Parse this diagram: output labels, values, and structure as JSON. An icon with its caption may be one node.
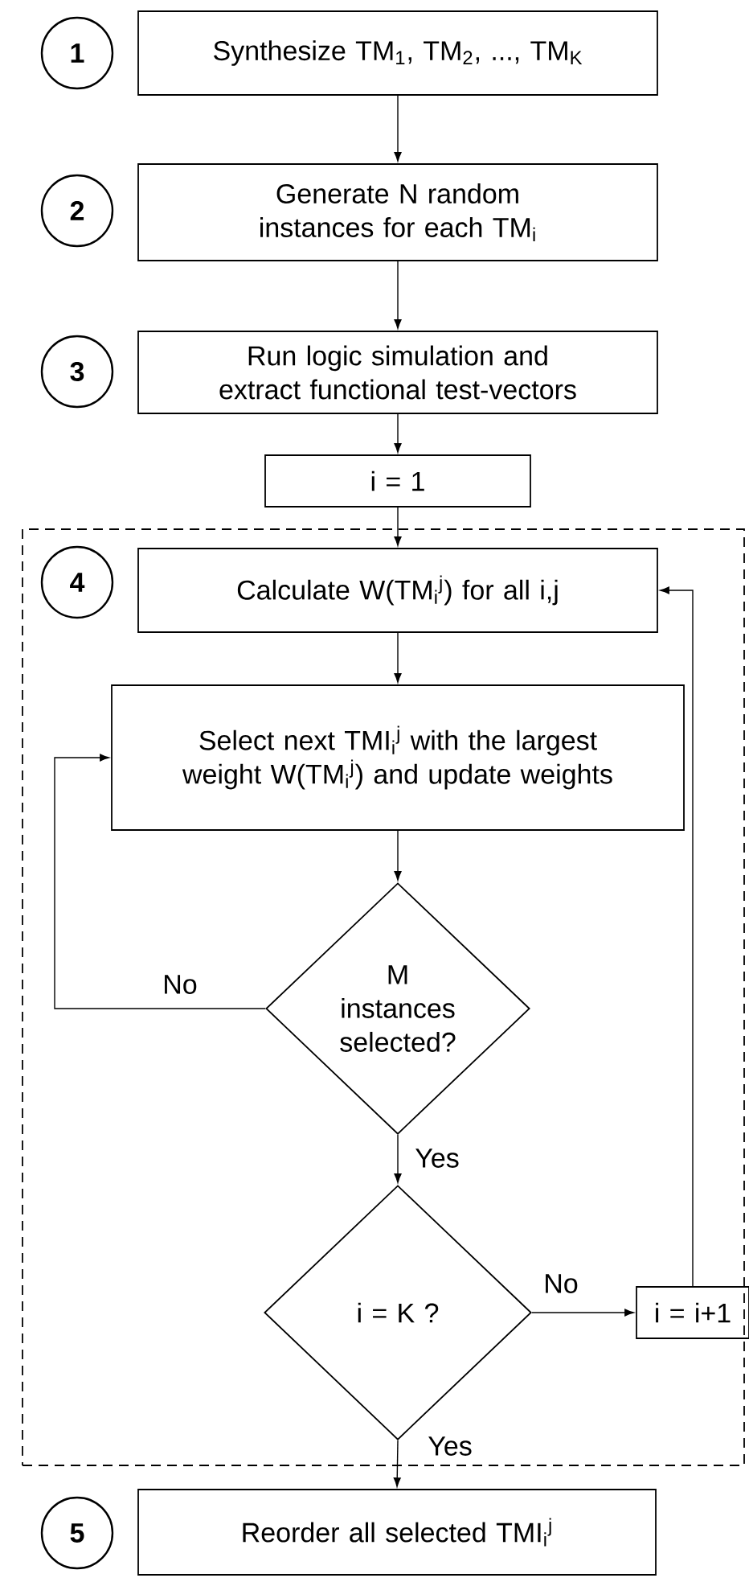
{
  "diagram": {
    "nodes": [
      {
        "text": [
          "1"
        ]
      },
      {
        "text": [
          "Synthesize TM$_{1}$, TM$_{2}$, ..., TM$_{K}$"
        ]
      },
      {
        "text": [
          "2"
        ]
      },
      {
        "text": [
          "Generate N random instances for each TM$_{i}$"
        ]
      },
      {
        "text": [
          "3"
        ]
      },
      {
        "text": [
          "Run logic simulation and extract functional test-vectors"
        ]
      },
      {
        "text": [
          "i = 1"
        ]
      },
      {
        "text": [],
        "shape": "box"
      },
      {
        "text": [
          "4"
        ],
        "in": 7
      },
      {
        "text": [
          "Calculate W(TM$_{i}$$^{j}$) for all i,j"
        ],
        "in": 7
      },
      {
        "text": [
          "Select next TMI$_{i}$$^{j}$ with the largest weight W(TM$_{i}$$^{j}$) and update weights"
        ],
        "in": 7
      },
      {
        "text": [
          "M instances selected?"
        ],
        "in": 7
      },
      {
        "text": [
          "i = K ?"
        ],
        "in": 7
      },
      {
        "text": [
          "i = i+1"
        ],
        "in": 7
      },
      {
        "text": [
          "5"
        ]
      },
      {
        "text": [
          "Reorder all selected TMI$_{i}$$^{j}$"
        ]
      }
    ],
    "edges": [
      {
        "from": 1,
        "to": 3,
        "arrow": "to"
      },
      {
        "from": 3,
        "to": 5,
        "arrow": "to"
      },
      {
        "from": 5,
        "to": 6,
        "arrow": "to"
      },
      {
        "from": 6,
        "to": 9,
        "arrow": "to"
      },
      {
        "from": 9,
        "to": 10,
        "arrow": "to"
      },
      {
        "from": 10,
        "to": 11,
        "arrow": "to"
      },
      {
        "from": 11,
        "to": 10,
        "arrow": "to",
        "label": "No"
      },
      {
        "from": 11,
        "to": 12,
        "arrow": "to",
        "label": "Yes"
      },
      {
        "from": 12,
        "to": 13,
        "arrow": "to",
        "label": "No"
      },
      {
        "from": 13,
        "to": 9,
        "arrow": "to"
      },
      {
        "from": 12,
        "to": 15,
        "arrow": "to",
        "label": "Yes"
      }
    ]
  }
}
